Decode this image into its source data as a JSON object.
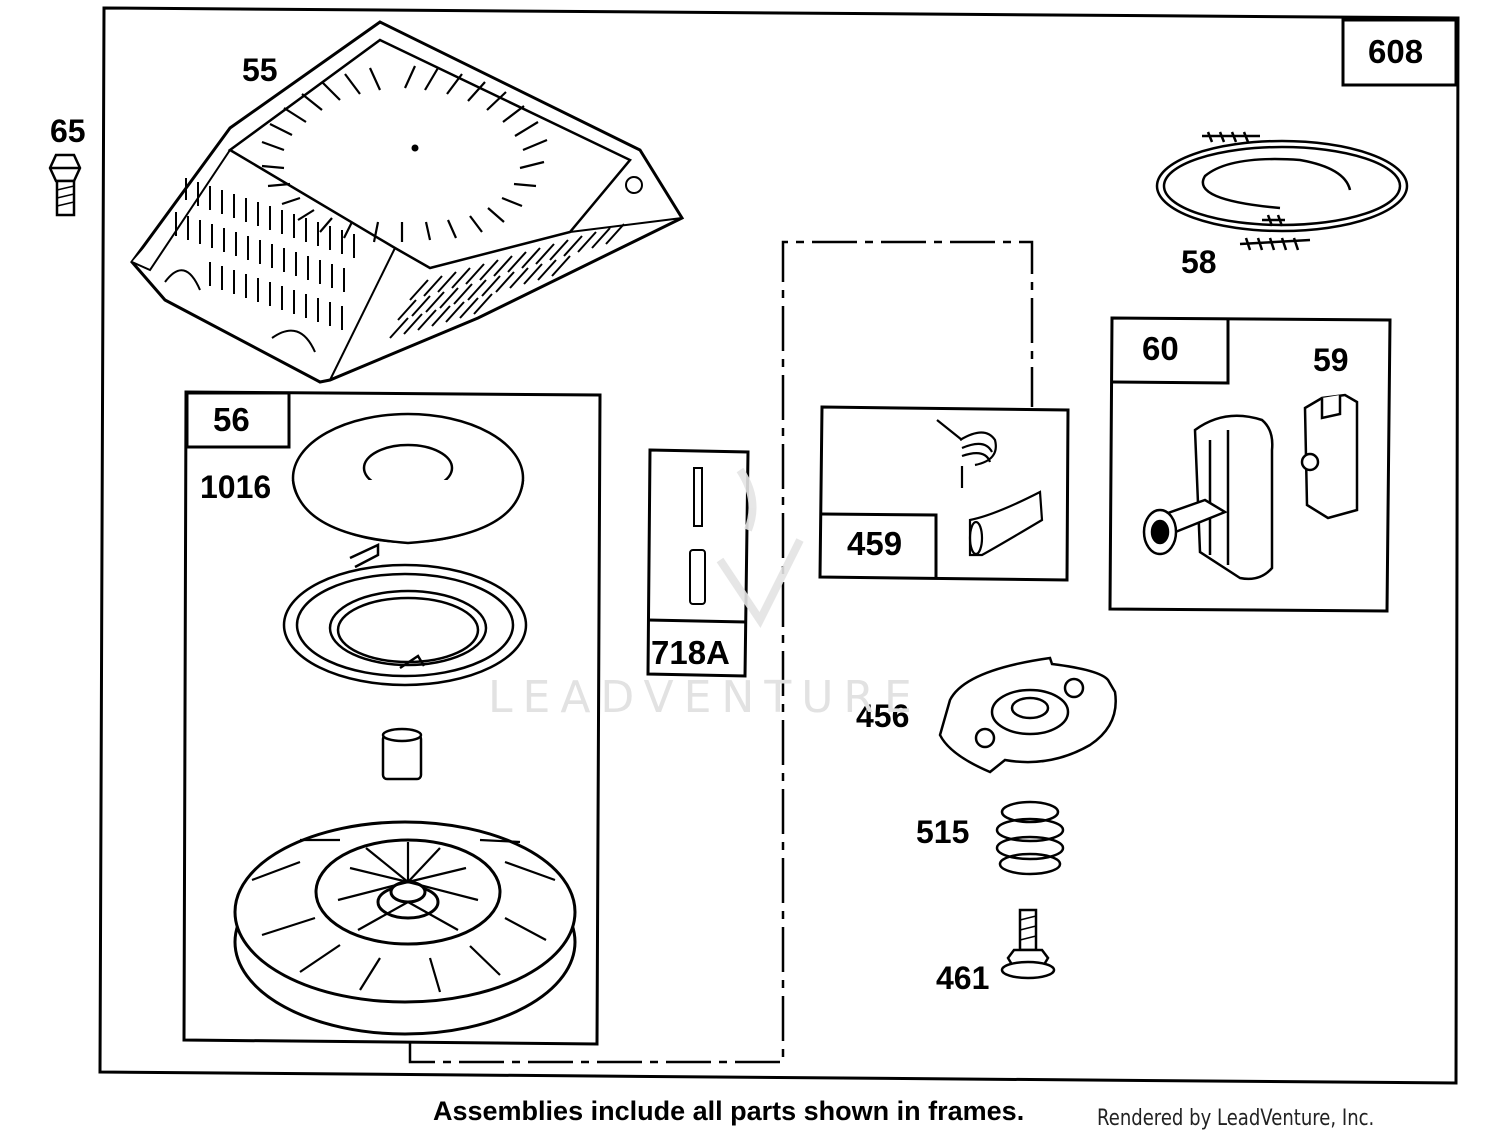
{
  "labels": {
    "p65": "65",
    "p55": "55",
    "p608": "608",
    "p58": "58",
    "p60": "60",
    "p59": "59",
    "p56": "56",
    "p1016": "1016",
    "p718A": "718A",
    "p459": "459",
    "p456": "456",
    "p515": "515",
    "p461": "461"
  },
  "watermark": "LEADVENTURE",
  "footer": {
    "note": "Assemblies include all parts shown in frames.",
    "credit": "Rendered by LeadVenture, Inc."
  }
}
